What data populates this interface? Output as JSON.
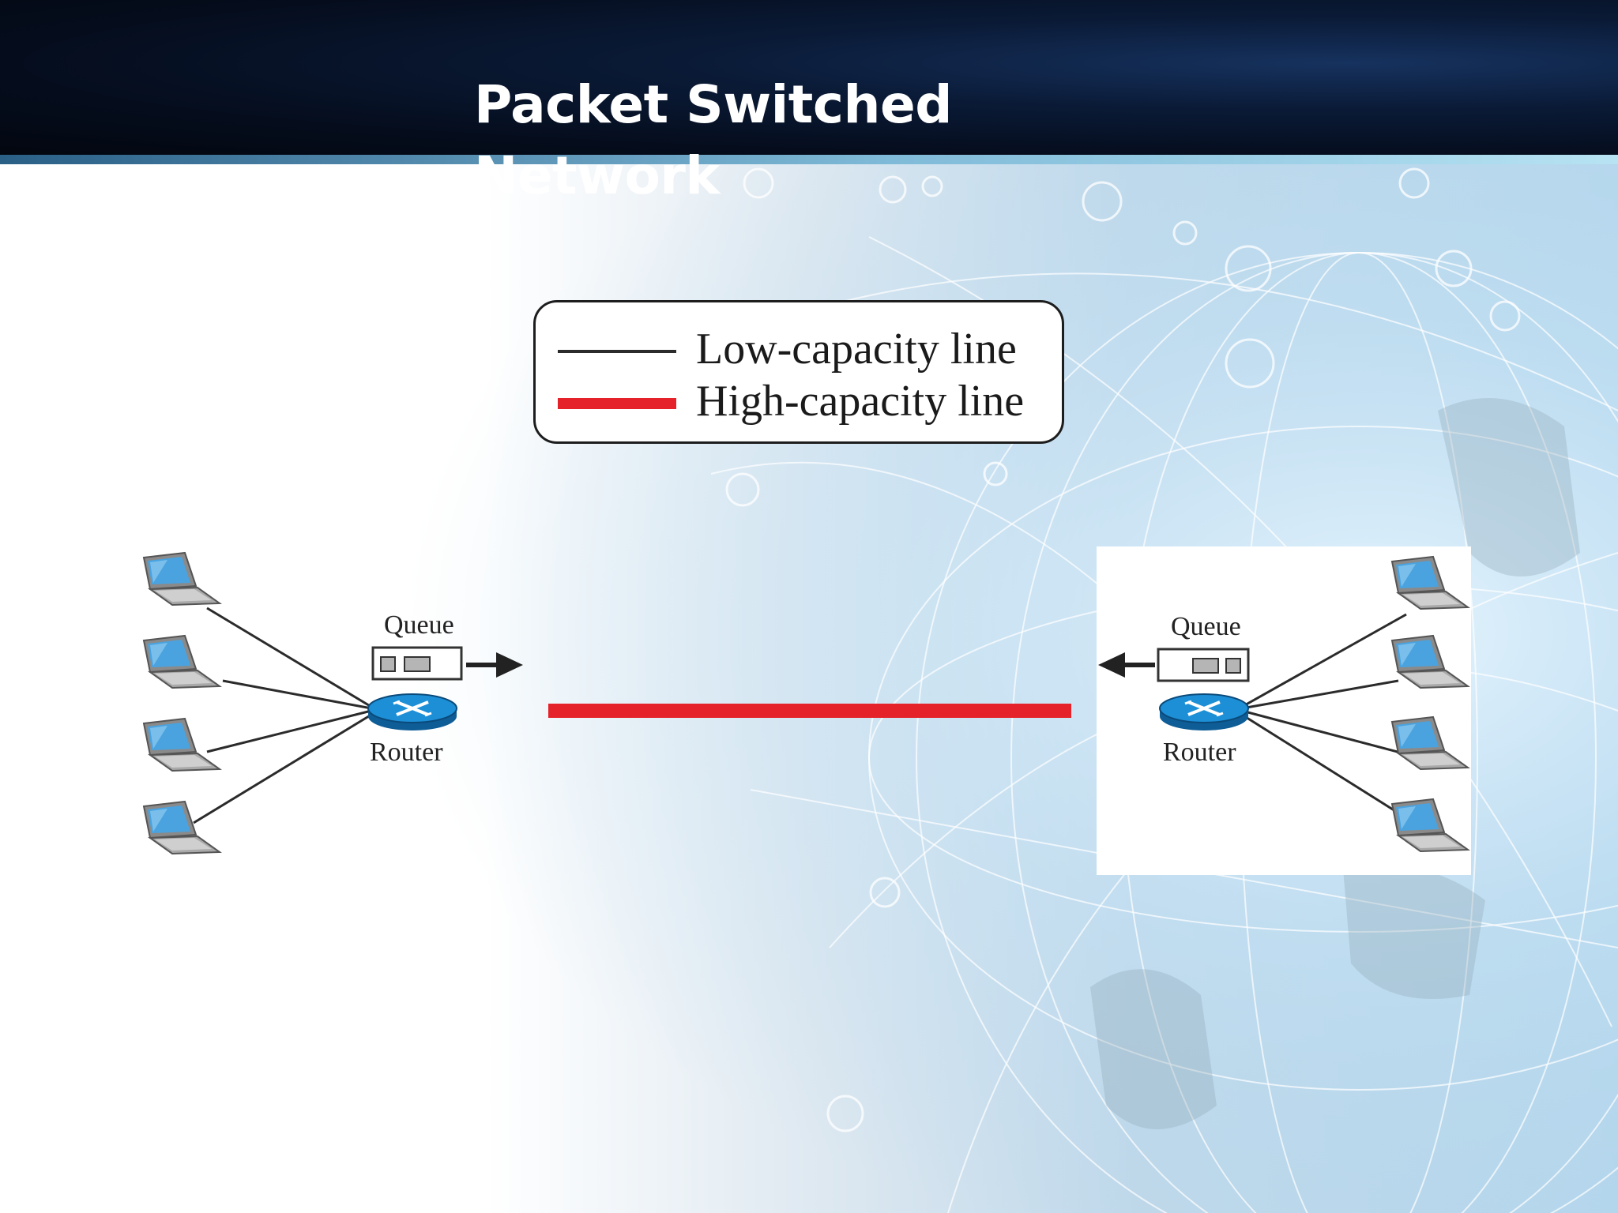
{
  "slide": {
    "title": "Packet Switched Network"
  },
  "legend": {
    "low_capacity": {
      "label": "Low-capacity line",
      "color": "#2b2b2b"
    },
    "high_capacity": {
      "label": "High-capacity line",
      "color": "#e52129"
    }
  },
  "left_site": {
    "queue_label": "Queue",
    "router_label": "Router",
    "laptop_count": 4
  },
  "right_site": {
    "queue_label": "Queue",
    "router_label": "Router",
    "laptop_count": 4
  },
  "colors": {
    "header_background": "#050d1d",
    "title_text": "#ffffff",
    "router": "#1d8fd6",
    "laptop_screen": "#4aa3df",
    "laptop_body": "#b9b9b9"
  }
}
